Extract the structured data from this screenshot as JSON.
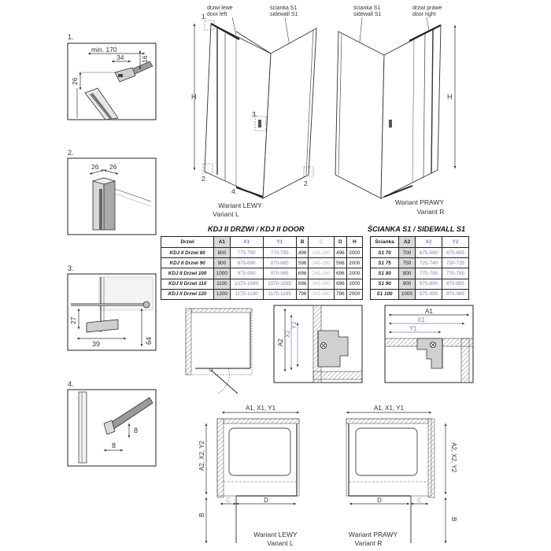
{
  "details": {
    "d1": {
      "num": "1.",
      "min": "min. 170",
      "d34": "34",
      "d16": "16",
      "d26": "26"
    },
    "d2": {
      "num": "2.",
      "a": "26",
      "b": "26"
    },
    "d3": {
      "num": "3.",
      "d27": "27",
      "d39": "39",
      "d64": "64"
    },
    "d4": {
      "num": "4.",
      "d8v": "8",
      "d8h": "8"
    }
  },
  "views_top": {
    "left": {
      "door_pl": "drzwi lewe",
      "door_en": "door left",
      "side_pl": "ścianka S1",
      "side_en": "sidewall S1",
      "h": "H",
      "c1": "1.",
      "c2": "2.",
      "c3": "3.",
      "c4": "4.",
      "variant_pl": "Wariant LEWY",
      "variant_en": "Variant L"
    },
    "right": {
      "side_pl": "ścianka S1",
      "side_en": "sidewall S1",
      "door_pl": "drzwi prawe",
      "door_en": "door right",
      "h": "H",
      "variant_pl": "Wariant PRAWY",
      "variant_en": "Variant R"
    }
  },
  "door_table": {
    "title": "KDJ II DRZWI / KDJ II DOOR",
    "headers": [
      "Drzwi",
      "A1",
      "X1",
      "Y1",
      "B",
      "C",
      "D",
      "H"
    ],
    "rows": [
      [
        "KDJ II Drzwi 80",
        "800",
        "775-790",
        "770-785",
        "496",
        "245-260",
        "496",
        "2000"
      ],
      [
        "KDJ II Drzwi 90",
        "900",
        "875-890",
        "870-885",
        "596",
        "245-260",
        "596",
        "2000"
      ],
      [
        "KDJ II Drzwi 100",
        "1000",
        "975-990",
        "970-985",
        "696",
        "245-260",
        "696",
        "2000"
      ],
      [
        "KDJ II Drzwi 110",
        "1100",
        "1075-1090",
        "1070-1085",
        "696",
        "345-360",
        "696",
        "2000"
      ],
      [
        "KDJ II Drzwi 120",
        "1200",
        "1175-1190",
        "1170-1185",
        "796",
        "345-360",
        "796",
        "2000"
      ]
    ]
  },
  "side_table": {
    "title": "ŚCIANKA S1 / SIDEWALL S1",
    "headers": [
      "Ścianka",
      "A2",
      "X2",
      "Y2"
    ],
    "rows": [
      [
        "S1 70",
        "700",
        "675-690",
        "670-685"
      ],
      [
        "S1 75",
        "750",
        "725-740",
        "720-735"
      ],
      [
        "S1 80",
        "800",
        "775-790",
        "770-785"
      ],
      [
        "S1 90",
        "900",
        "875-890",
        "870-885"
      ],
      [
        "S1 100",
        "1000",
        "975-990",
        "970-985"
      ]
    ]
  },
  "middle": {
    "a2": "A2",
    "x2": "X2",
    "y2": "Y2",
    "a1": "A1",
    "x1": "X1",
    "y1": "Y1"
  },
  "plans": {
    "left": {
      "dim_top": "A1, X1, Y1",
      "dim_side": "A2, X2, Y2",
      "c": "C",
      "d": "D",
      "b": "B",
      "variant_pl": "Wariant LEWY",
      "variant_en": "Variant L"
    },
    "right": {
      "dim_top": "A1, X1, Y1",
      "dim_side": "A2, X2, Y2",
      "c": "C",
      "d": "D",
      "b": "B",
      "variant_pl": "Wariant PRAWY",
      "variant_en": "Variant R"
    }
  }
}
